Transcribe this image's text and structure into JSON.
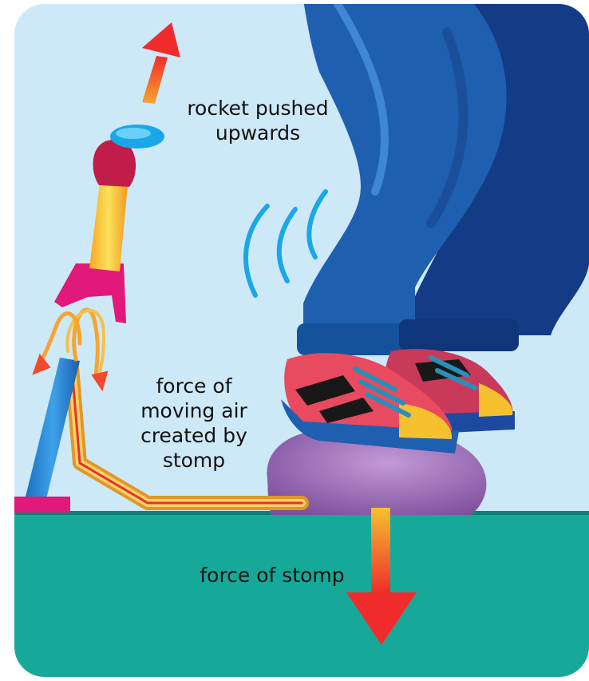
{
  "labels": {
    "rocket_line1": "rocket pushed",
    "rocket_line2": "upwards",
    "air_line1": "force of",
    "air_line2": "moving air",
    "air_line3": "created by",
    "air_line4": "stomp",
    "stomp": "force of stomp"
  },
  "colors": {
    "sky": "#cde9f7",
    "ground": "#16a99a",
    "force_arrow": "#ef2b2b",
    "tube": "#f5b640",
    "jeans": "#1f5fb0",
    "shoe": "#e84a5f",
    "rock": "#9b6bb5",
    "launcher": "#e0197a"
  },
  "icons": [
    "rocket-icon",
    "launcher-tube-icon",
    "shoe-icon",
    "rock-icon",
    "motion-lines-icon",
    "up-arrow-icon",
    "down-arrow-icon"
  ]
}
